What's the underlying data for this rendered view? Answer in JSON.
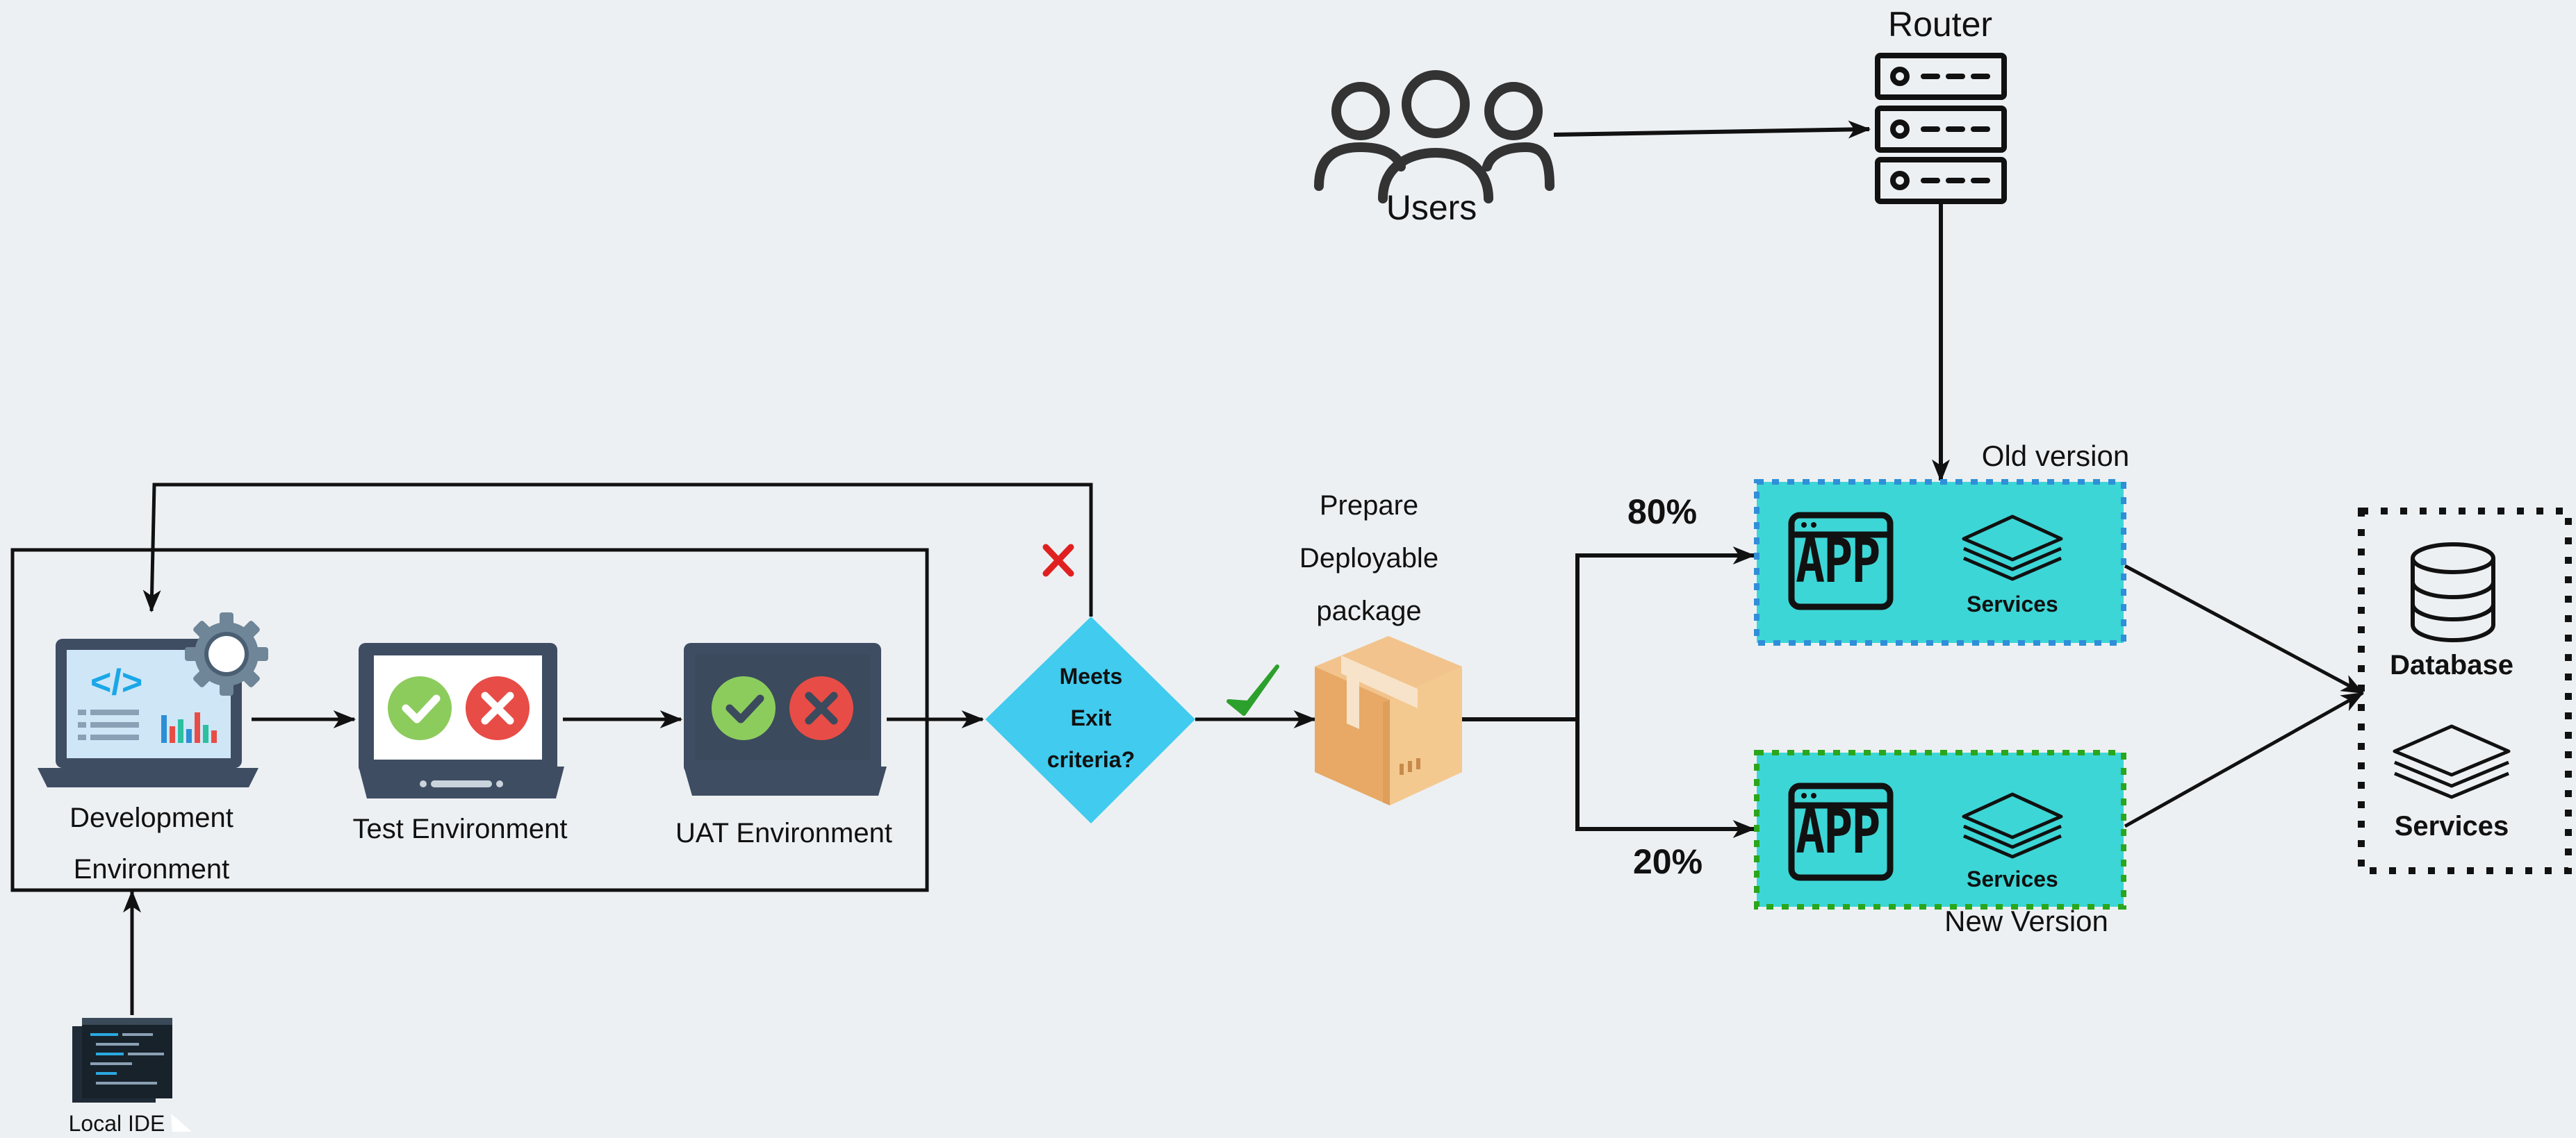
{
  "nodes": {
    "router": "Router",
    "users": "Users",
    "development_env": [
      "Development",
      "Environment"
    ],
    "test_env": "Test Environment",
    "uat_env": "UAT Environment",
    "decision": [
      "Meets",
      "Exit",
      "criteria?"
    ],
    "prepare_package": [
      "Prepare",
      "Deployable",
      "package"
    ],
    "old_version": "Old version",
    "new_version": "New Version",
    "database": "Database",
    "services_db": "Services",
    "services_old": "Services",
    "services_new": "Services",
    "app_old": "APP",
    "app_new": "APP",
    "local_ide": "Local IDE"
  },
  "edges": {
    "split_old_pct": "80%",
    "split_new_pct": "20%"
  },
  "colors": {
    "background": "#edf0f3",
    "decision_fill": "#41cbee",
    "service_box_fill": "#3dd6d6",
    "old_border": "#2f8fd8",
    "new_border": "#2aa61c",
    "reject_mark": "#e02020",
    "accept_mark": "#2ca02c",
    "laptop_dark": "#3f4d63",
    "check_green": "#8ccc5d",
    "cross_red": "#e84c46"
  },
  "icons": [
    "users-icon",
    "router-icon",
    "laptop-code-icon",
    "gear-icon",
    "laptop-check-icon",
    "box-icon",
    "app-icon",
    "layers-icon",
    "database-icon",
    "ide-icon",
    "x-mark-icon",
    "check-mark-icon"
  ]
}
